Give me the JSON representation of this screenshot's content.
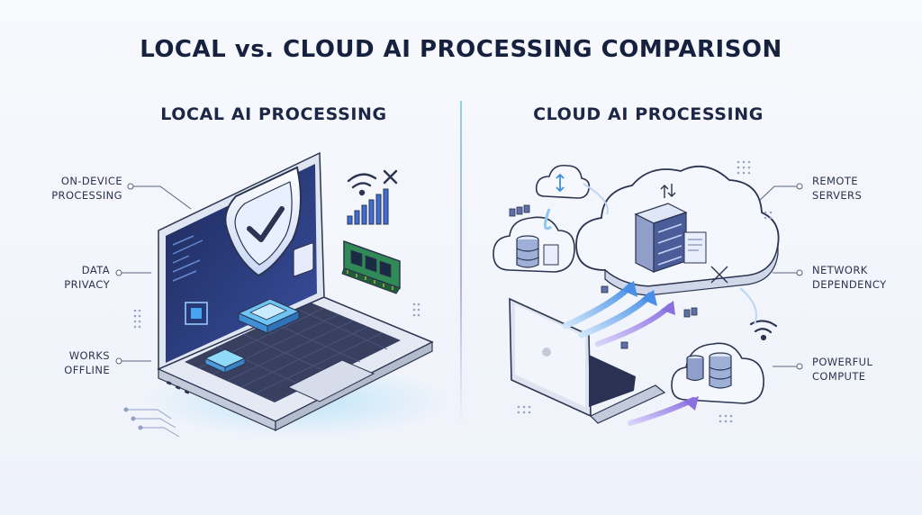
{
  "title": "LOCAL vs. CLOUD AI PROCESSING COMPARISON",
  "local": {
    "heading": "LOCAL AI PROCESSING",
    "labels": [
      "ON-DEVICE\nPROCESSING",
      "DATA\nPRIVACY",
      "WORKS\nOFFLINE"
    ]
  },
  "cloud": {
    "heading": "CLOUD AI PROCESSING",
    "labels": [
      "REMOTE\nSERVERS",
      "NETWORK\nDEPENDENCY",
      "POWERFUL\nCOMPUTE"
    ]
  },
  "colors": {
    "accent_blue": "#3d8fe0",
    "accent_purple": "#8a6fe0",
    "outline": "#2b3450",
    "glow": "#7fd2f6"
  },
  "icons": [
    "shield-check-icon",
    "wifi-off-icon",
    "ram-chip-icon",
    "cpu-chip-icon",
    "cloud-server-icon",
    "database-icon",
    "laptop-icon",
    "upload-arrows-icon"
  ]
}
